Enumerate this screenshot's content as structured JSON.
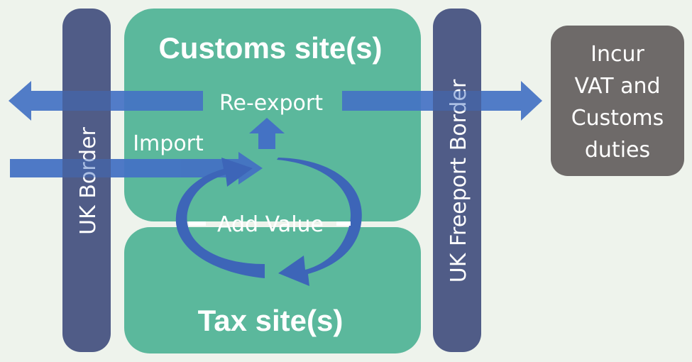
{
  "sites": {
    "customs_title": "Customs site(s)",
    "tax_title": "Tax site(s)"
  },
  "borders": {
    "uk": "UK Border",
    "freeport": "UK Freeport Border"
  },
  "flows": {
    "reexport": "Re-export",
    "import": "Import",
    "add_value": "Add Value"
  },
  "vat_box": {
    "lines": [
      "Incur",
      "VAT and",
      "Customs",
      "duties"
    ]
  },
  "colors": {
    "background": "#eef3ec",
    "site_fill": "#5bb89c",
    "border_bar": "#4a5783",
    "arrow": "#4472c4",
    "arrow_dark": "#3255a3",
    "vat_box": "#6e6a69"
  }
}
